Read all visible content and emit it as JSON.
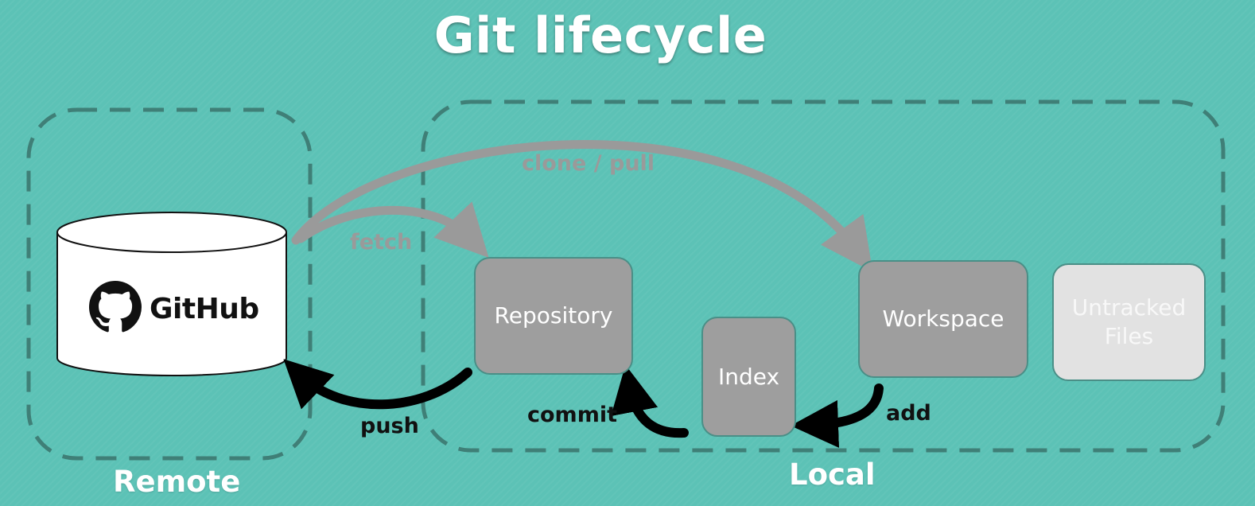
{
  "title": "Git lifecycle",
  "regions": {
    "remote": "Remote",
    "local": "Local"
  },
  "github": {
    "label": "GitHub",
    "icon": "github-octocat-icon"
  },
  "boxes": {
    "repository": "Repository",
    "index": "Index",
    "workspace": "Workspace",
    "untracked_line1": "Untracked",
    "untracked_line2": "Files"
  },
  "arrows": {
    "clone_pull": "clone / pull",
    "fetch": "fetch",
    "push": "push",
    "commit": "commit",
    "add": "add"
  },
  "colors": {
    "background": "#5cc2b6",
    "dashed_border": "#3f7f77",
    "box_gray": "#9e9e9e",
    "box_light": "#e2e2e2",
    "faint_arrow": "#9a9a9a",
    "dark_arrow": "#000000"
  }
}
